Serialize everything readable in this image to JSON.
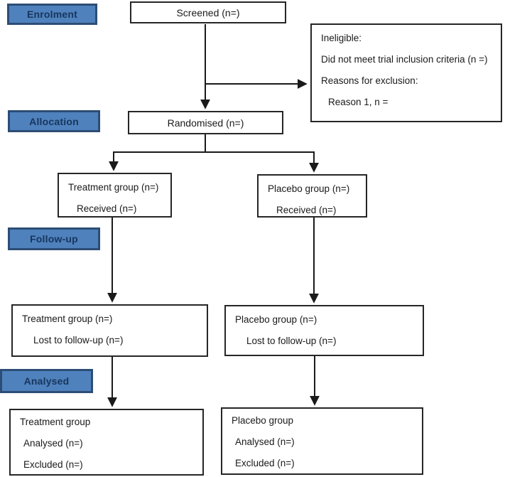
{
  "colors": {
    "stage_fill": "#4f81bd",
    "stage_border": "#2c4d75",
    "stage_text": "#17365d",
    "box_border": "#262626",
    "box_text": "#1a1a1a",
    "arrow": "#1a1a1a",
    "background": "#ffffff"
  },
  "stages": {
    "enrolment": "Enrolment",
    "allocation": "Allocation",
    "followup": "Follow-up",
    "analysed": "Analysed"
  },
  "boxes": {
    "screened": {
      "title": "Screened (n=)"
    },
    "ineligible": {
      "title": "Ineligible:",
      "lines": [
        "Did not meet trial inclusion criteria (n =)",
        "Reasons for exclusion:",
        "Reason 1, n ="
      ]
    },
    "randomised": {
      "title": "Randomised (n=)"
    },
    "allocation_treatment": {
      "title": "Treatment group (n=)",
      "lines": [
        "Received (n=)"
      ]
    },
    "allocation_placebo": {
      "title": "Placebo group (n=)",
      "lines": [
        "Received (n=)"
      ]
    },
    "followup_treatment": {
      "title": "Treatment group (n=)",
      "lines": [
        "Lost to follow-up (n=)"
      ]
    },
    "followup_placebo": {
      "title": "Placebo group (n=)",
      "lines": [
        "Lost to follow-up (n=)"
      ]
    },
    "analysed_treatment": {
      "title": "Treatment group",
      "lines": [
        "Analysed (n=)",
        "Excluded (n=)"
      ]
    },
    "analysed_placebo": {
      "title": "Placebo group",
      "lines": [
        "Analysed (n=)",
        "Excluded (n=)"
      ]
    }
  }
}
